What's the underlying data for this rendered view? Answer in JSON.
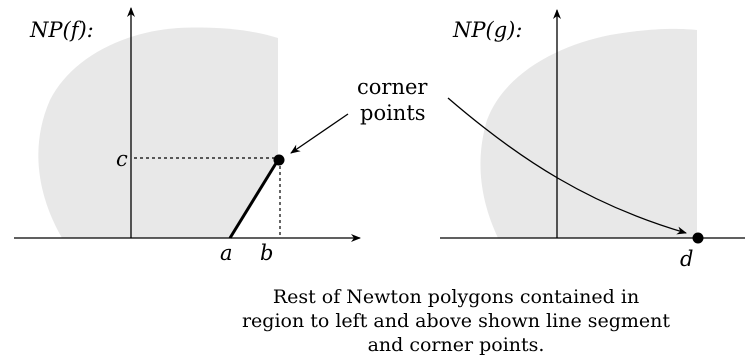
{
  "colors": {
    "region_fill": "#e8e8e8",
    "ink": "#000000"
  },
  "left_panel": {
    "title": "NP(f):",
    "point_labels": {
      "a": "a",
      "b": "b",
      "c": "c"
    }
  },
  "right_panel": {
    "title": "NP(g):",
    "point_label": "d"
  },
  "annotation": {
    "line1": "corner",
    "line2": "points"
  },
  "caption": {
    "line1": "Rest of Newton polygons contained in",
    "line2": "region to left and above shown line segment",
    "line3": "and corner points."
  }
}
